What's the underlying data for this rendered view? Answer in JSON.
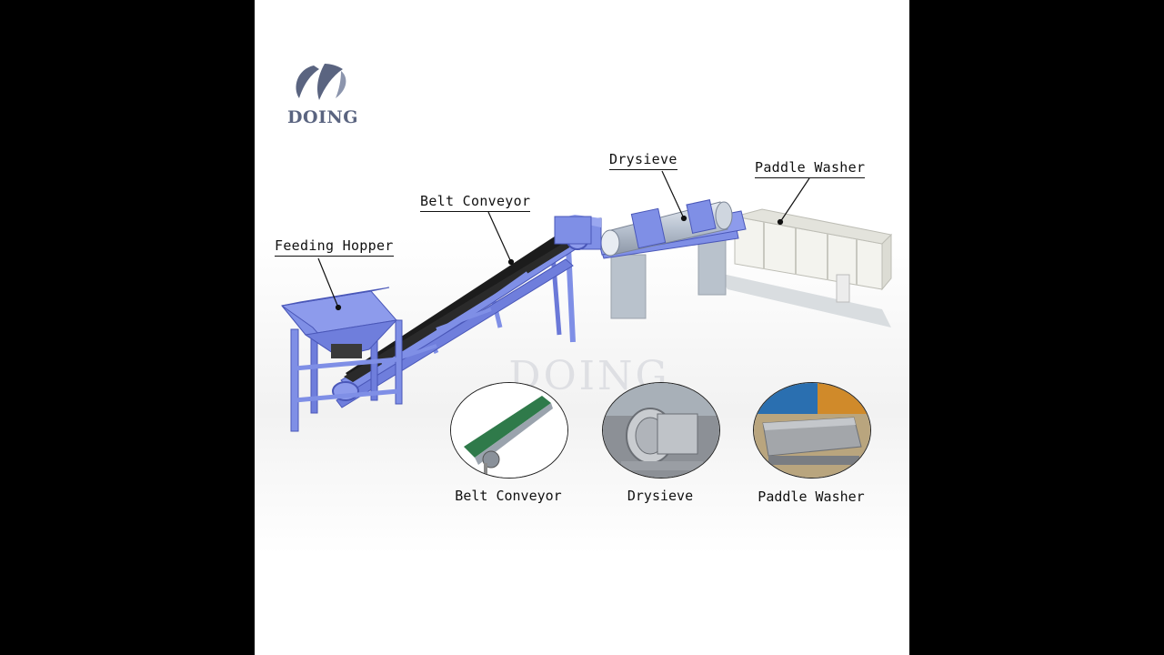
{
  "logo": {
    "text": "DOING"
  },
  "diagram_labels": {
    "feeding_hopper": "Feeding Hopper",
    "belt_conveyor": "Belt Conveyor",
    "drysieve": "Drysieve",
    "paddle_washer": "Paddle Washer"
  },
  "thumbnails": [
    {
      "caption": "Belt Conveyor"
    },
    {
      "caption": "Drysieve"
    },
    {
      "caption": "Paddle Washer"
    }
  ],
  "watermark": {
    "text": "DOING"
  },
  "colors": {
    "machine_blue": "#7f8fe6",
    "machine_dark": "#4a57b8",
    "belt_black": "#1c1c1c",
    "support_grey": "#b9c2cc",
    "washer_white": "#f3f3ee",
    "frame_black": "#000000"
  }
}
